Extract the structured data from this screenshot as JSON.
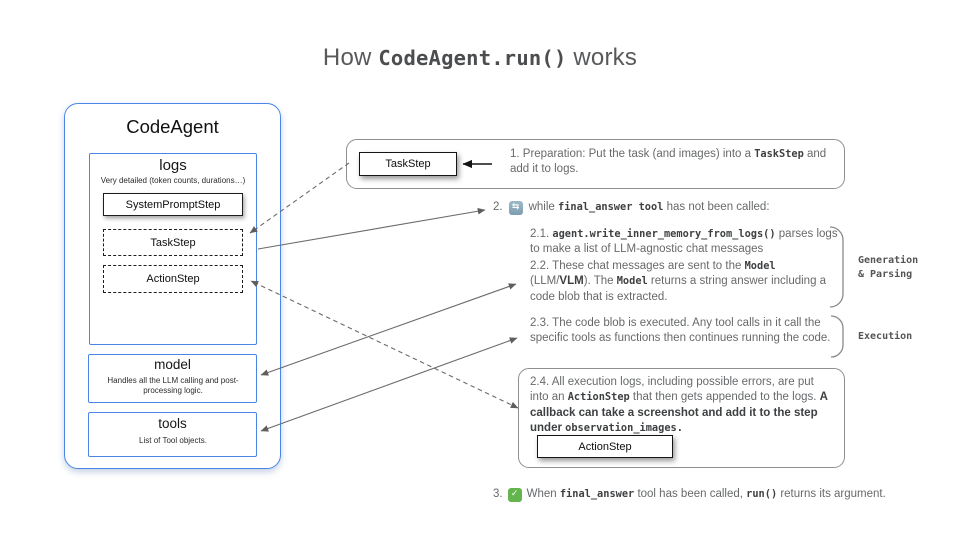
{
  "title": {
    "pre": "How ",
    "code": "CodeAgent.run()",
    "post": " works"
  },
  "colors": {
    "accent_blue": "#4a86e8",
    "box_border_gray": "#8f8f8f",
    "body_text": "#67696b",
    "code_text": "#3d3f41",
    "arrow": "#6a6a6a",
    "check_green": "#64b54e",
    "repeat_blue": "#87a6b8"
  },
  "icons": {
    "repeat_glyph": "⇆",
    "check_glyph": "✓"
  },
  "agent": {
    "name": "CodeAgent",
    "logs": {
      "title": "logs",
      "subtitle": "Very detailed (token counts, durations…)",
      "items": [
        {
          "label": "SystemPromptStep",
          "border": "solid"
        },
        {
          "label": "TaskStep",
          "border": "dashed"
        },
        {
          "label": "ActionStep",
          "border": "dashed"
        }
      ]
    },
    "model": {
      "title": "model",
      "subtitle": "Handles all the LLM calling and post-processing logic."
    },
    "tools": {
      "title": "tools",
      "subtitle": "List of Tool objects."
    }
  },
  "flow": {
    "step1": {
      "chip": "TaskStep",
      "text": [
        {
          "t": "1.  Preparation: Put the task (and images) into a ",
          "s": "body"
        },
        {
          "t": "TaskStep",
          "s": "code"
        },
        {
          "t": " and add it to logs.",
          "s": "body"
        }
      ]
    },
    "step2": {
      "num": "2.",
      "icon": "repeat-icon",
      "text": [
        {
          "t": "while ",
          "s": "body"
        },
        {
          "t": "final_answer tool",
          "s": "code"
        },
        {
          "t": " has not been called:",
          "s": "body"
        }
      ]
    },
    "step21": {
      "text": [
        {
          "t": "2.1. ",
          "s": "body"
        },
        {
          "t": "agent.write_inner_memory_from_logs()",
          "s": "code"
        },
        {
          "t": " parses logs to make a list of LLM-agnostic chat messages",
          "s": "body"
        }
      ]
    },
    "step22": {
      "text": [
        {
          "t": "2.2. These chat messages are sent to the ",
          "s": "body"
        },
        {
          "t": "Model",
          "s": "code"
        },
        {
          "t": " (LLM/",
          "s": "body"
        },
        {
          "t": "VLM",
          "s": "strong"
        },
        {
          "t": "). The ",
          "s": "body"
        },
        {
          "t": "Model",
          "s": "code"
        },
        {
          "t": " returns a string answer including a code blob that is extracted.",
          "s": "body"
        }
      ]
    },
    "step23": {
      "text": [
        {
          "t": "2.3. The code blob is executed. Any tool calls in it call the specific tools as functions then continues running the code.",
          "s": "body"
        }
      ]
    },
    "step24": {
      "chip": "ActionStep",
      "text": [
        {
          "t": "2.4. All execution logs, including possible errors, are put into an ",
          "s": "body"
        },
        {
          "t": "ActionStep",
          "s": "code"
        },
        {
          "t": " that then gets appended to the logs. ",
          "s": "body"
        },
        {
          "t": "A callback can take a screenshot and add it to the step under ",
          "s": "strong"
        },
        {
          "t": "observation_images.",
          "s": "code"
        }
      ]
    },
    "step3": {
      "num": "3.",
      "icon": "check-icon",
      "text": [
        {
          "t": "When ",
          "s": "body"
        },
        {
          "t": "final_answer",
          "s": "code"
        },
        {
          "t": " tool has been called, ",
          "s": "body"
        },
        {
          "t": "run()",
          "s": "code"
        },
        {
          "t": " returns its argument.",
          "s": "body"
        }
      ]
    },
    "labels": {
      "generation_line1": "Generation",
      "generation_line2": "& Parsing",
      "execution": "Execution"
    }
  }
}
